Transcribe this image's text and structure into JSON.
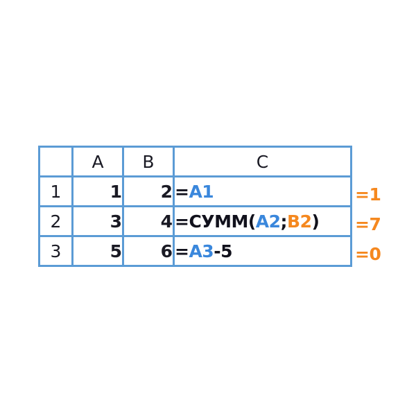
{
  "sheet": {
    "corner_label": "",
    "column_headers": [
      "A",
      "B",
      "C"
    ],
    "row_headers": [
      "1",
      "2",
      "3"
    ],
    "rows": [
      {
        "row_header": "1",
        "a": "1",
        "b": "2",
        "formula_tokens": [
          {
            "text": "=",
            "kind": "op"
          },
          {
            "text": "A1",
            "kind": "ref-a"
          }
        ],
        "formula_plain": "=A1",
        "result": "=1"
      },
      {
        "row_header": "2",
        "a": "3",
        "b": "4",
        "formula_tokens": [
          {
            "text": "=",
            "kind": "op"
          },
          {
            "text": "СУММ",
            "kind": "fn"
          },
          {
            "text": "(",
            "kind": "op"
          },
          {
            "text": "A2",
            "kind": "ref-a"
          },
          {
            "text": ";",
            "kind": "op"
          },
          {
            "text": "B2",
            "kind": "ref-b"
          },
          {
            "text": ")",
            "kind": "op"
          }
        ],
        "formula_plain": "=СУММ(A2;B2)",
        "result": "=7"
      },
      {
        "row_header": "3",
        "a": "5",
        "b": "6",
        "formula_tokens": [
          {
            "text": "=",
            "kind": "op"
          },
          {
            "text": "A3",
            "kind": "ref-a"
          },
          {
            "text": "-5",
            "kind": "num"
          }
        ],
        "formula_plain": "=A3-5",
        "result": "=0"
      }
    ]
  },
  "colors": {
    "grid_line": "#5b9bd5",
    "header_fill": "#d9d9d9",
    "cell_fill": "#ffffff",
    "text": "#11111c",
    "ref_blue": "#3a87dc",
    "ref_orange": "#f5881f",
    "result_orange": "#f5881f"
  }
}
